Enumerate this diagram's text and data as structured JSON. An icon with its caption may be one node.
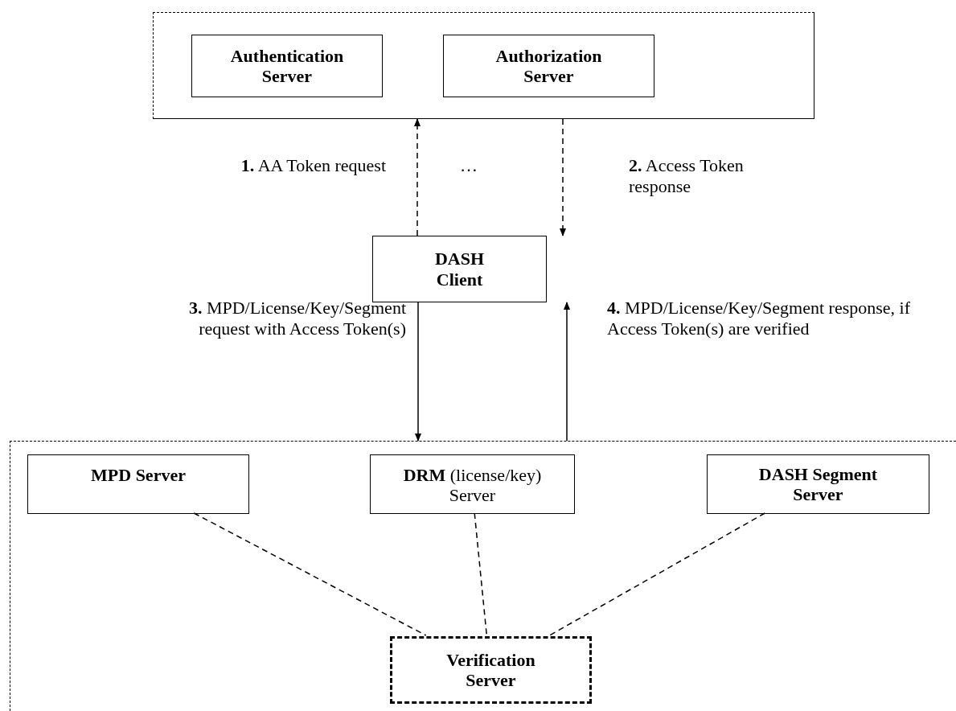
{
  "diagram": {
    "nodes": [
      {
        "text": [],
        "shape": "box"
      },
      {
        "text": [
          "Authentication Server"
        ],
        "in": 0
      },
      {
        "text": [
          "Authorization Server"
        ],
        "in": 0
      },
      {
        "text": [
          "DASH Client"
        ]
      },
      {
        "text": [],
        "shape": "box"
      },
      {
        "text": [
          "MPD Server"
        ],
        "in": 4
      },
      {
        "text": [
          "**DRM** (license/key) Server"
        ],
        "in": 4
      },
      {
        "text": [
          "DASH Segment Server"
        ],
        "in": 4
      },
      {
        "text": [
          "Verification Server"
        ],
        "in": 4
      }
    ],
    "edges": [
      {
        "from": 3,
        "to": 0,
        "arrow": "to",
        "style": "dashed",
        "label": "**1.** AA Token request"
      },
      {
        "from": 0,
        "to": 3,
        "arrow": "to",
        "style": "dashed",
        "label": "**2.** Access Token response"
      },
      {
        "from": 3,
        "to": 4,
        "arrow": "to",
        "label": "**3.** MPD/License/Key/Segment request with Access Token(s)"
      },
      {
        "from": 4,
        "to": 3,
        "arrow": "to",
        "label": "**4.** MPD/License/Key/Segment response, if Access Token(s) are verified"
      },
      {
        "from": 5,
        "to": 8,
        "arrow": "none",
        "style": "dashed"
      },
      {
        "from": 6,
        "to": 8,
        "arrow": "none",
        "style": "dashed"
      },
      {
        "from": 7,
        "to": 8,
        "arrow": "none",
        "style": "dashed"
      }
    ],
    "labels": [
      "…"
    ]
  }
}
